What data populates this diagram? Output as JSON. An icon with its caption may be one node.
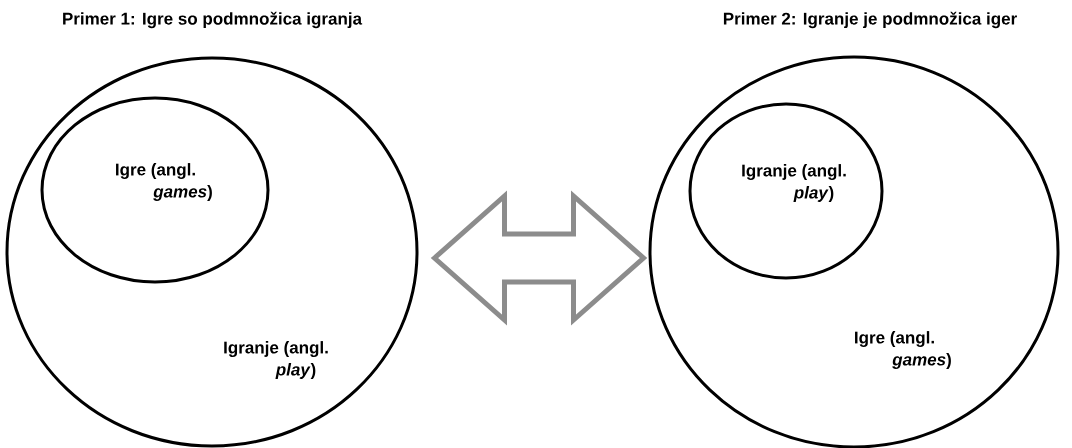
{
  "diagram": {
    "nodes": [
      {
        "text": [
          "Primer 1: Igre so podmnožica igranja",
          "Igranje (angl. *play*)"
        ]
      },
      {
        "text": [
          "Igre (angl. *games*)"
        ],
        "in": 0
      },
      {
        "text": [
          "Primer 2: Igranje je podmnožica iger",
          "Igre (angl. *games*)"
        ]
      },
      {
        "text": [
          "Igranje (angl. *play*)"
        ],
        "in": 2
      }
    ],
    "edges": [
      {
        "from": 0,
        "to": 2,
        "arrow": "both",
        "style": "thick",
        "color": "#8c8c8c"
      }
    ]
  }
}
